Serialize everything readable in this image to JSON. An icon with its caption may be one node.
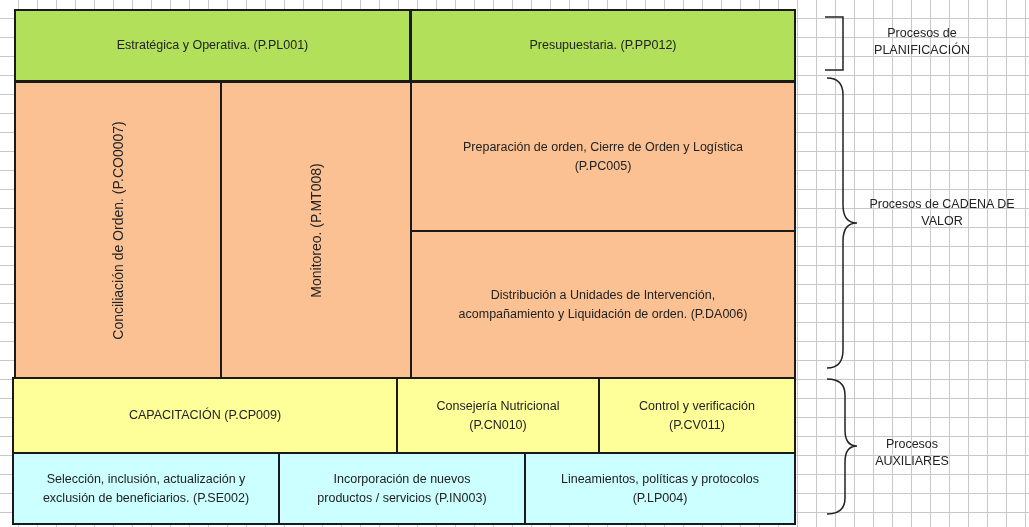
{
  "diagram": {
    "nodes": [
      {
        "text": [
          "Estratégica y Operativa. (P.PL001)"
        ]
      },
      {
        "text": [
          "Presupuestaria. (P.PP012)"
        ]
      },
      {
        "text": [
          "Conciliación de Orden. (P.CO0007)"
        ]
      },
      {
        "text": [
          "Monitoreo. (P.MT008)"
        ]
      },
      {
        "text": [
          "Preparación de orden, Cierre de Orden y Logística (P.PC005)"
        ]
      },
      {
        "text": [
          "Distribución a Unidades de Intervención, acompañamiento y Liquidación de orden. (P.DA006)"
        ]
      },
      {
        "text": [
          "CAPACITACIÓN (P.CP009)"
        ]
      },
      {
        "text": [
          "Consejería Nutricional (P.CN010)"
        ]
      },
      {
        "text": [
          "Control y verificación (P.CV011)"
        ]
      },
      {
        "text": [
          "Selección, inclusión, actualización y exclusión de beneficiarios. (P.SE002)"
        ]
      },
      {
        "text": [
          "Incorporación de nuevos productos / servicios (P.IN003)"
        ]
      },
      {
        "text": [
          "Lineamientos, políticas y protocolos (P.LP004)"
        ]
      }
    ],
    "labels": [
      "Procesos de PLANIFICACIÓN",
      "Procesos de CADENA DE VALOR",
      "Procesos AUXILIARES"
    ]
  }
}
